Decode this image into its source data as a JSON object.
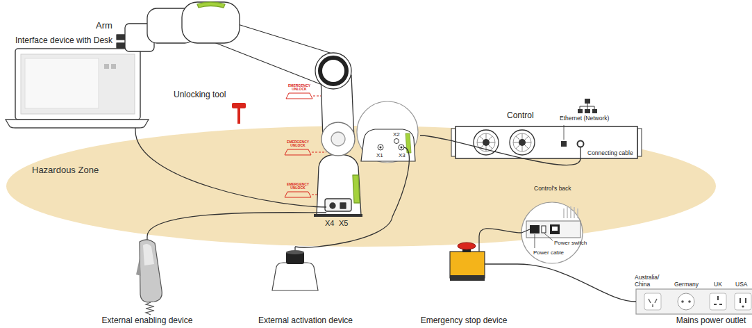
{
  "diagram": {
    "nodes": [
      {
        "text": [
          "Hazardous Zone"
        ]
      },
      {
        "text": [
          "Interface device with Desk"
        ]
      },
      {
        "text": [
          "Arm"
        ]
      },
      {
        "text": [
          "Control"
        ]
      },
      {
        "text": [
          "Control's back"
        ]
      },
      {
        "text": [
          "External enabling device"
        ]
      },
      {
        "text": [
          "External activation device"
        ]
      },
      {
        "text": [
          "Emergency stop device"
        ]
      },
      {
        "text": [
          "Mains power outlet"
        ]
      }
    ],
    "edges": [
      {
        "from": 1,
        "to": 2,
        "arrow": "none"
      },
      {
        "from": 5,
        "to": 2,
        "arrow": "none"
      },
      {
        "from": 6,
        "to": 2,
        "arrow": "none"
      },
      {
        "from": 3,
        "to": 2,
        "arrow": "none"
      },
      {
        "from": 4,
        "to": 7,
        "arrow": "none"
      },
      {
        "from": 7,
        "to": 8,
        "arrow": "none"
      }
    ],
    "labels": [
      "Unlocking tool",
      "EMERGENCY UNLOCK",
      "EMERGENCY UNLOCK",
      "EMERGENCY UNLOCK",
      "X2",
      "X1",
      "X3",
      "X4",
      "X5",
      "Ethernet (Network)",
      "Connecting cable",
      "Power switch",
      "Power cable",
      "Australia/ China",
      "Germany",
      "UK",
      "USA"
    ]
  }
}
